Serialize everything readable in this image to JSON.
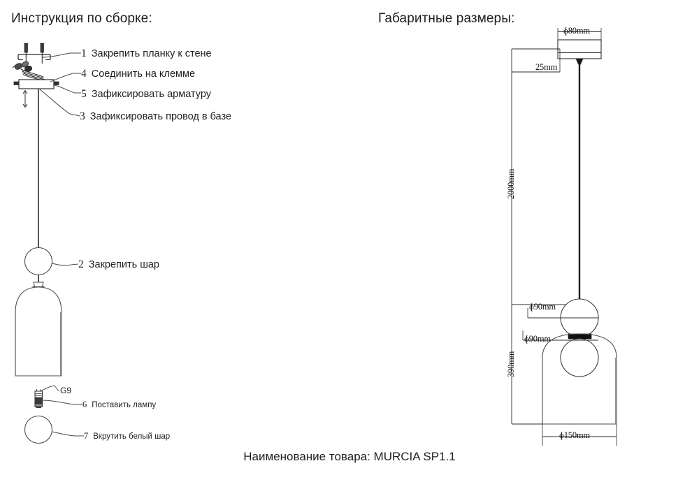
{
  "headings": {
    "assembly": "Инструкция по сборке:",
    "dimensions": "Габаритные размеры:"
  },
  "assembly_steps": [
    {
      "num": "1",
      "text": "Закрепить планку к стене"
    },
    {
      "num": "4",
      "text": "Соединить на клемме"
    },
    {
      "num": "5",
      "text": "Зафиксировать арматуру"
    },
    {
      "num": "3",
      "text": "Зафиксировать провод в базе"
    },
    {
      "num": "2",
      "text": "Закрепить шар"
    },
    {
      "num": "6",
      "text": "Поставить лампу"
    },
    {
      "num": "7",
      "text": "Вкрутить белый шар"
    }
  ],
  "lamp_socket_code": "G9",
  "dimensions": {
    "canopy_diameter": "ɸ80mm",
    "canopy_height": "25mm",
    "cord_length": "2000mm",
    "upper_globe_diameter": "ɸ90mm",
    "lower_globe_diameter": "ɸ90mm",
    "fixture_height": "390mm",
    "shade_diameter": "ɸ150mm"
  },
  "product": {
    "label": "Наименование товара:",
    "name": "MURCIA SP1.1",
    "full": "Наименование товара: MURCIA SP1.1"
  },
  "colors": {
    "line": "#2b2b2b",
    "thin_line": "#4a4a4a",
    "text": "#1f1f1f",
    "background": "#ffffff",
    "band": "#111111"
  }
}
